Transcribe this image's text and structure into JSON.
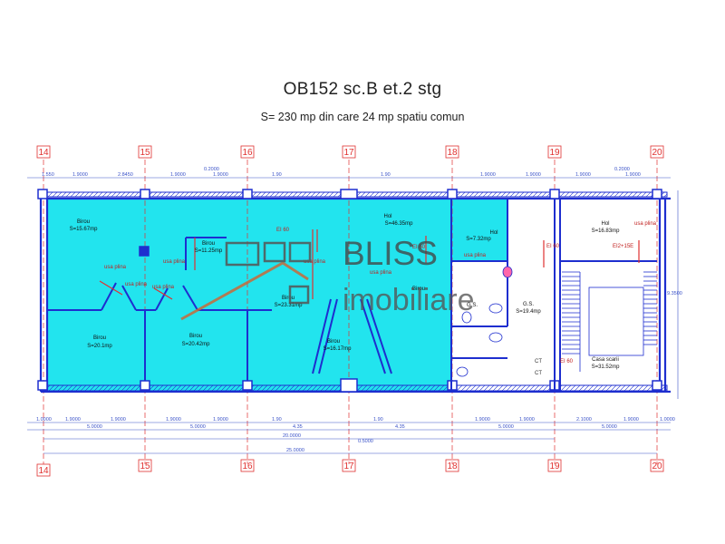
{
  "title": "OB152 sc.B et.2 stg",
  "subtitle": "S= 230 mp din  care 24 mp spatiu comun",
  "watermark": {
    "brand": "BLISS",
    "subbrand": "imobiliare",
    "color": "#c86a3a"
  },
  "colors": {
    "floor": "#22e4ee",
    "axis": "#e0312f",
    "wall": "#1e2ecf",
    "dim": "#3a52c8",
    "door": "#e03030"
  },
  "axes": {
    "top": [
      "14",
      "15",
      "16",
      "17",
      "18",
      "19",
      "20"
    ],
    "bottom": [
      "14",
      "15",
      "16",
      "17",
      "18",
      "19",
      "20"
    ]
  },
  "dims": {
    "top": [
      "1.550",
      "1.9000",
      "2.8450",
      "1.9000",
      "1.9000",
      "1.90",
      "1.90",
      "1.9000",
      "1.9000",
      "1.9000",
      "1.9000"
    ],
    "top_small": [
      "0.2000",
      "0.2000"
    ],
    "bottom_row1": [
      "1.0000",
      "1.9000",
      "1.9000",
      "1.9000",
      "1.9000",
      "1.90",
      "1.90",
      "1.9000",
      "1.9000",
      "2.1000",
      "1.9000",
      "1.0000"
    ],
    "bottom_row2": [
      "5.0000",
      "5.0000",
      "4.35",
      "4.35",
      "5.0000",
      "5.0000"
    ],
    "total_20": "20.0000",
    "total_25": "25.0000",
    "half": "0.5000",
    "right_vertical": "9.3500"
  },
  "rooms": [
    {
      "name": "Birou",
      "area": "S=15.67mp"
    },
    {
      "name": "Birou",
      "area": "S=11.25mp"
    },
    {
      "name": "Birou",
      "area": "S=23.31mp"
    },
    {
      "name": "Hol",
      "area": "S=46.35mp"
    },
    {
      "name": "Hol",
      "area": "S=7.32mp"
    },
    {
      "name": "Birou",
      "area": ""
    },
    {
      "name": "Birou",
      "area": "S=20.1mp"
    },
    {
      "name": "Birou",
      "area": "S=20.42mp"
    },
    {
      "name": "Birou",
      "area": "S=16.17mp"
    },
    {
      "name": "G.S.",
      "area": "S=19.4mp"
    },
    {
      "name": "Hol",
      "area": "S=16.83mp"
    },
    {
      "name": "Casa scarii",
      "area": "S=31.52mp"
    },
    {
      "name": "G.S.",
      "area": ""
    }
  ],
  "door_labels": [
    "usa plina",
    "usa plina",
    "usa plina",
    "usa plina",
    "usa plina",
    "usa plina",
    "usa plina",
    "usa plina"
  ],
  "annotations": [
    "CT",
    "CT",
    "EI 60",
    "EI 60",
    "EI 60",
    "EI 60",
    "EI2+15E"
  ]
}
